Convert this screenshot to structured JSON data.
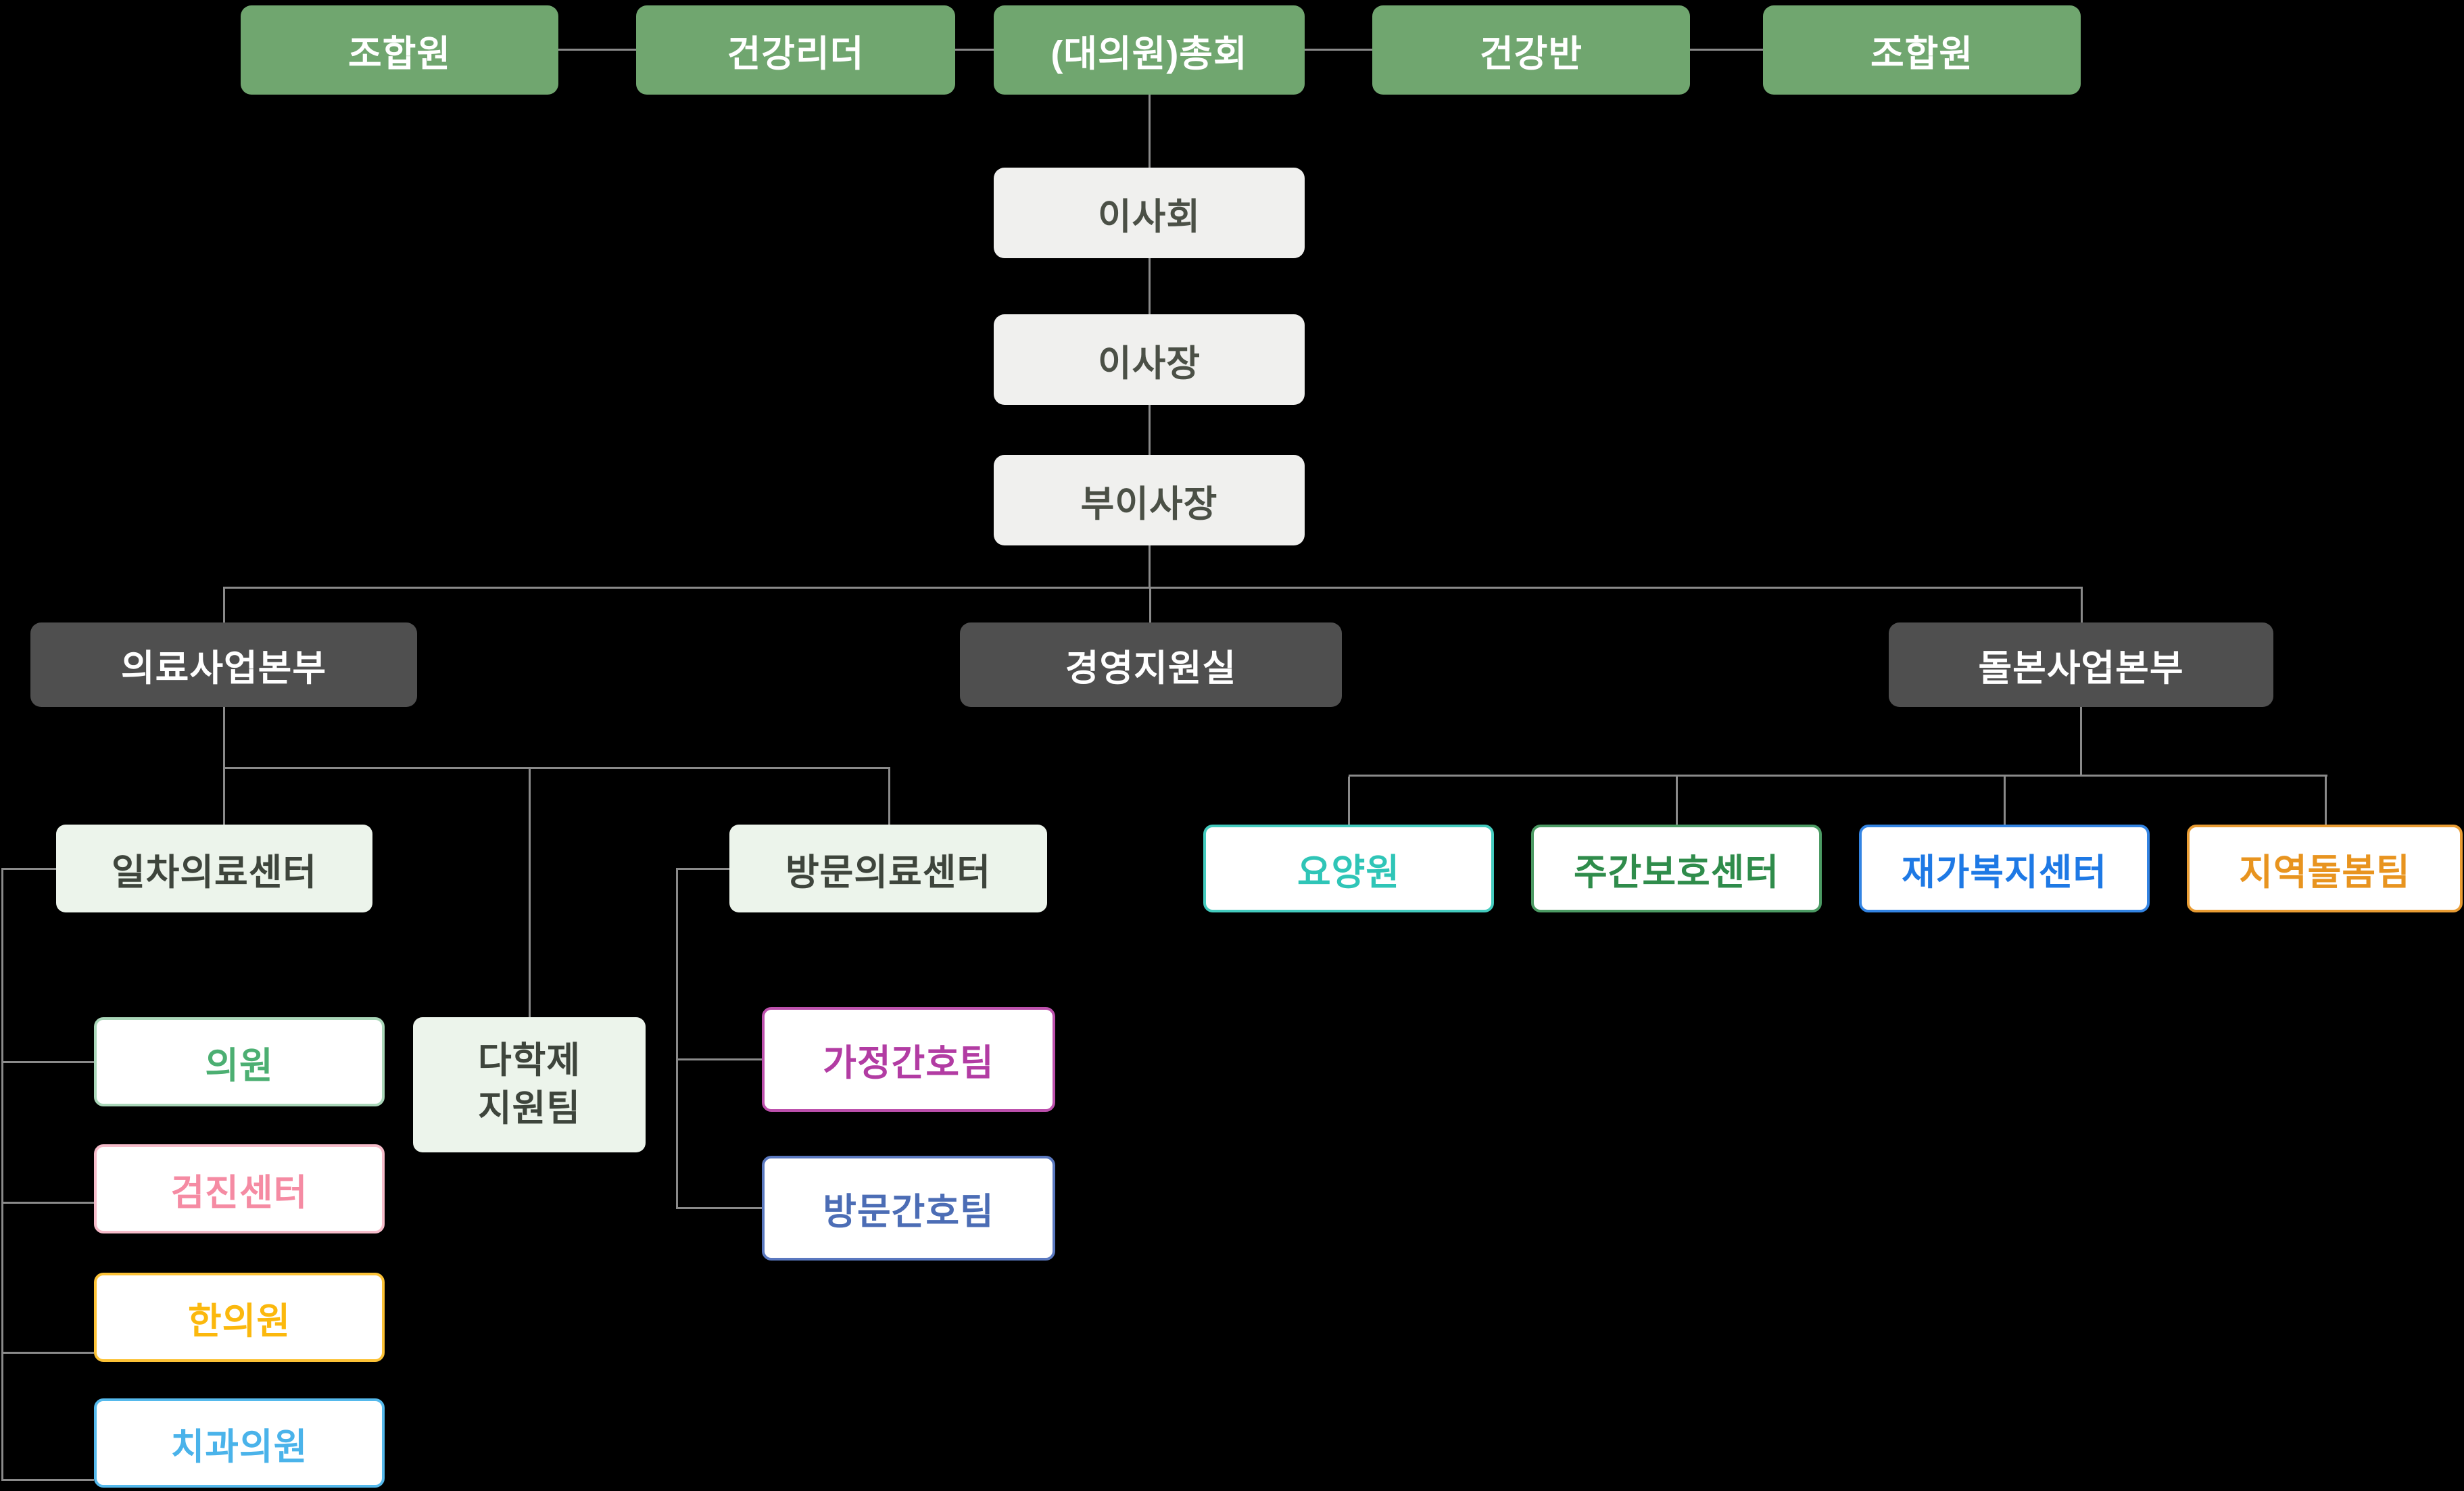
{
  "palette": {
    "background": "#000000",
    "connector": "#8A8A8A",
    "member_box_bg": "#70A66F",
    "member_box_text": "#FFFFFF",
    "governance_box_bg": "#F0F0EE",
    "governance_box_text": "#4B5046",
    "division_box_bg": "#4F4F4F",
    "division_box_text": "#FFFFFF",
    "center_box_bg": "#ECF4EB",
    "center_box_text": "#3E453C"
  },
  "top_row": [
    {
      "label": "조합원"
    },
    {
      "label": "건강리더"
    },
    {
      "label": "(대의원)총회"
    },
    {
      "label": "건강반"
    },
    {
      "label": "조합원"
    }
  ],
  "governance": [
    {
      "label": "이사회"
    },
    {
      "label": "이사장"
    },
    {
      "label": "부이사장"
    }
  ],
  "divisions": [
    {
      "label": "의료사업본부"
    },
    {
      "label": "경영지원실"
    },
    {
      "label": "돌본사업본부"
    }
  ],
  "medical": {
    "primary_center": {
      "label": "일차의료센터"
    },
    "visiting_center": {
      "label": "방문의료센터"
    },
    "multidisciplinary_team": {
      "line1": "다학제",
      "line2": "지원팀"
    },
    "primary_children": [
      {
        "label": "의원",
        "text_color": "#4CAF72",
        "border_color": "#A9D6B8"
      },
      {
        "label": "검진센터",
        "text_color": "#F58BA3",
        "border_color": "#F6BCCA"
      },
      {
        "label": "한의원",
        "text_color": "#FBB80D",
        "border_color": "#FCC236"
      },
      {
        "label": "치과의원",
        "text_color": "#4AB3EA",
        "border_color": "#55B9EC"
      }
    ],
    "visiting_children": [
      {
        "label": "가정간호팀",
        "text_color": "#B23CA3",
        "border_color": "#BC50AC"
      },
      {
        "label": "방문간호팀",
        "text_color": "#4C6DB5",
        "border_color": "#5A78BF"
      }
    ]
  },
  "care": {
    "children": [
      {
        "label": "요양원",
        "text_color": "#2FC5B7",
        "border_color": "#43CBBE"
      },
      {
        "label": "주간보호센터",
        "text_color": "#2F8C4B",
        "border_color": "#4C9B64"
      },
      {
        "label": "재가복지센터",
        "text_color": "#1E79E5",
        "border_color": "#3384E3"
      },
      {
        "label": "지역돌봄팀",
        "text_color": "#E8941F",
        "border_color": "#E99C33"
      }
    ]
  }
}
